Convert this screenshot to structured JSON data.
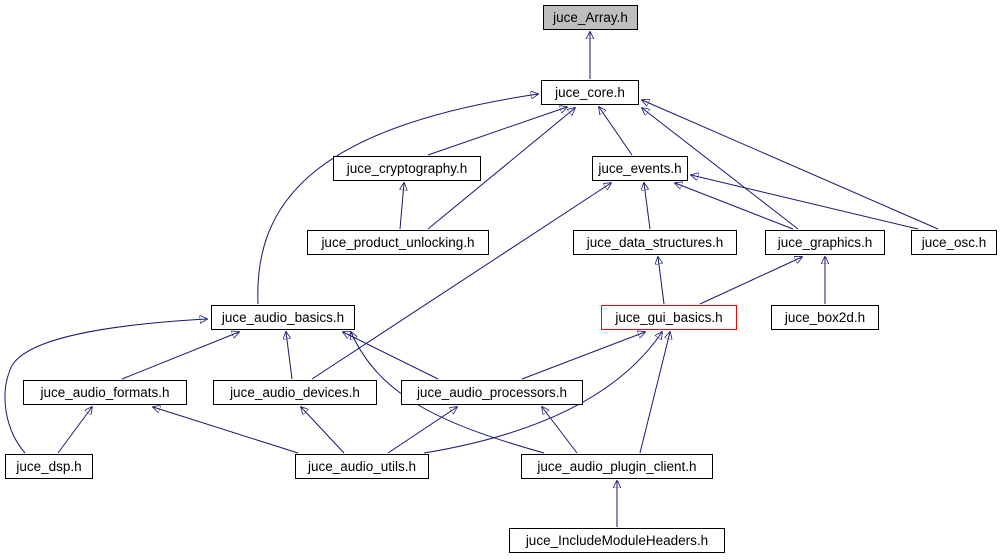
{
  "page": {
    "title": "juce_Array.h include dependency graph"
  },
  "colors": {
    "background": "#ffffff",
    "edge": "#191970",
    "node_border": "#000000",
    "node_fill": "#ffffff",
    "root_node_fill": "#bebebe",
    "highlight_border": "#ff0000"
  },
  "graph": {
    "nodes": [
      {
        "id": "juce_Array",
        "label": "juce_Array.h",
        "variant": "shaded"
      },
      {
        "id": "juce_core",
        "label": "juce_core.h",
        "variant": "normal"
      },
      {
        "id": "juce_cryptography",
        "label": "juce_cryptography.h",
        "variant": "normal"
      },
      {
        "id": "juce_events",
        "label": "juce_events.h",
        "variant": "normal"
      },
      {
        "id": "juce_product_unlocking",
        "label": "juce_product_unlocking.h",
        "variant": "normal"
      },
      {
        "id": "juce_data_structures",
        "label": "juce_data_structures.h",
        "variant": "normal"
      },
      {
        "id": "juce_graphics",
        "label": "juce_graphics.h",
        "variant": "normal"
      },
      {
        "id": "juce_osc",
        "label": "juce_osc.h",
        "variant": "normal"
      },
      {
        "id": "juce_audio_basics",
        "label": "juce_audio_basics.h",
        "variant": "normal"
      },
      {
        "id": "juce_gui_basics",
        "label": "juce_gui_basics.h",
        "variant": "highlighted"
      },
      {
        "id": "juce_box2d",
        "label": "juce_box2d.h",
        "variant": "normal"
      },
      {
        "id": "juce_audio_formats",
        "label": "juce_audio_formats.h",
        "variant": "normal"
      },
      {
        "id": "juce_audio_devices",
        "label": "juce_audio_devices.h",
        "variant": "normal"
      },
      {
        "id": "juce_audio_processors",
        "label": "juce_audio_processors.h",
        "variant": "normal"
      },
      {
        "id": "juce_dsp",
        "label": "juce_dsp.h",
        "variant": "normal"
      },
      {
        "id": "juce_audio_utils",
        "label": "juce_audio_utils.h",
        "variant": "normal"
      },
      {
        "id": "juce_audio_plugin_client",
        "label": "juce_audio_plugin_client.h",
        "variant": "normal"
      },
      {
        "id": "juce_IncludeModuleHeaders",
        "label": "juce_IncludeModuleHeaders.h",
        "variant": "normal"
      }
    ],
    "edges": [
      {
        "from": "juce_core.h",
        "to": "juce_Array.h"
      },
      {
        "from": "juce_cryptography.h",
        "to": "juce_core.h"
      },
      {
        "from": "juce_events.h",
        "to": "juce_core.h"
      },
      {
        "from": "juce_product_unlocking.h",
        "to": "juce_core.h"
      },
      {
        "from": "juce_product_unlocking.h",
        "to": "juce_cryptography.h"
      },
      {
        "from": "juce_audio_basics.h",
        "to": "juce_core.h"
      },
      {
        "from": "juce_graphics.h",
        "to": "juce_core.h"
      },
      {
        "from": "juce_osc.h",
        "to": "juce_core.h"
      },
      {
        "from": "juce_data_structures.h",
        "to": "juce_events.h"
      },
      {
        "from": "juce_graphics.h",
        "to": "juce_events.h"
      },
      {
        "from": "juce_osc.h",
        "to": "juce_events.h"
      },
      {
        "from": "juce_audio_devices.h",
        "to": "juce_events.h"
      },
      {
        "from": "juce_gui_basics.h",
        "to": "juce_data_structures.h"
      },
      {
        "from": "juce_gui_basics.h",
        "to": "juce_graphics.h"
      },
      {
        "from": "juce_box2d.h",
        "to": "juce_graphics.h"
      },
      {
        "from": "juce_audio_formats.h",
        "to": "juce_audio_basics.h"
      },
      {
        "from": "juce_audio_devices.h",
        "to": "juce_audio_basics.h"
      },
      {
        "from": "juce_audio_processors.h",
        "to": "juce_audio_basics.h"
      },
      {
        "from": "juce_audio_processors.h",
        "to": "juce_gui_basics.h"
      },
      {
        "from": "juce_dsp.h",
        "to": "juce_audio_basics.h"
      },
      {
        "from": "juce_dsp.h",
        "to": "juce_audio_formats.h"
      },
      {
        "from": "juce_audio_utils.h",
        "to": "juce_audio_formats.h"
      },
      {
        "from": "juce_audio_utils.h",
        "to": "juce_audio_devices.h"
      },
      {
        "from": "juce_audio_utils.h",
        "to": "juce_audio_processors.h"
      },
      {
        "from": "juce_audio_utils.h",
        "to": "juce_gui_basics.h"
      },
      {
        "from": "juce_audio_plugin_client.h",
        "to": "juce_audio_basics.h"
      },
      {
        "from": "juce_audio_plugin_client.h",
        "to": "juce_gui_basics.h"
      },
      {
        "from": "juce_audio_plugin_client.h",
        "to": "juce_audio_processors.h"
      },
      {
        "from": "juce_IncludeModuleHeaders.h",
        "to": "juce_audio_plugin_client.h"
      }
    ]
  }
}
